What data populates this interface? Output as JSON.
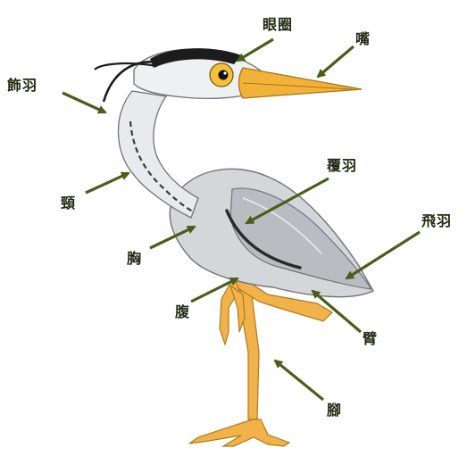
{
  "labels": {
    "eye_ring": "眼圈",
    "beak": "嘴",
    "crest": "飾羽",
    "neck": "頸",
    "coverts": "覆羽",
    "flight_feathers": "飛羽",
    "breast": "胸",
    "belly": "腹",
    "thigh": "臂",
    "leg": "腳"
  },
  "colors": {
    "arrow": "#4a5e1c",
    "beak": "#f2b23a",
    "leg": "#f1b24a",
    "body": "#d4d7da",
    "crest": "#1c1c1c"
  }
}
